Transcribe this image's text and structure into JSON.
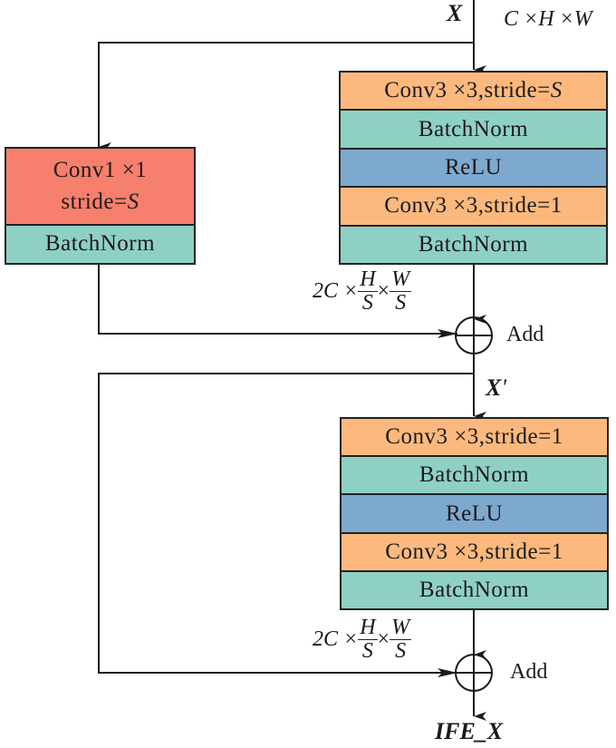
{
  "input": {
    "name": "X",
    "shape": "C ×H ×W"
  },
  "shortcut_block": {
    "layers": [
      {
        "type": "conv",
        "line1": "Conv1 ×1",
        "line2_prefix": "stride=",
        "line2_var": "S"
      },
      {
        "type": "batchnorm",
        "label": "BatchNorm"
      }
    ]
  },
  "block1": {
    "layers": [
      {
        "type": "conv",
        "label": "Conv3 ×3,stride= ",
        "var": "S"
      },
      {
        "type": "batchnorm",
        "label": "BatchNorm"
      },
      {
        "type": "relu",
        "label": "ReLU"
      },
      {
        "type": "conv",
        "label": "Conv3 ×3,stride=1"
      },
      {
        "type": "batchnorm",
        "label": "BatchNorm"
      }
    ]
  },
  "add1": {
    "label": "Add",
    "shape": {
      "prefix": "2C ×",
      "h_num": "H",
      "h_den": "S",
      "times": "×",
      "w_num": "W",
      "w_den": "S"
    }
  },
  "intermediate": {
    "name": "X",
    "prime": "'"
  },
  "block2": {
    "layers": [
      {
        "type": "conv",
        "label": "Conv3 ×3,stride=1"
      },
      {
        "type": "batchnorm",
        "label": "BatchNorm"
      },
      {
        "type": "relu",
        "label": "ReLU"
      },
      {
        "type": "conv",
        "label": "Conv3 ×3,stride=1"
      },
      {
        "type": "batchnorm",
        "label": "BatchNorm"
      }
    ]
  },
  "add2": {
    "label": "Add",
    "shape": {
      "prefix": "2C ×",
      "h_num": "H",
      "h_den": "S",
      "times": "×",
      "w_num": "W",
      "w_den": "S"
    }
  },
  "output": {
    "name": "IFE_X"
  },
  "colors": {
    "conv": "#fdb97d",
    "batchnorm": "#8fd0c5",
    "relu": "#7ea9cf",
    "conv1x1": "#f77f6d"
  }
}
